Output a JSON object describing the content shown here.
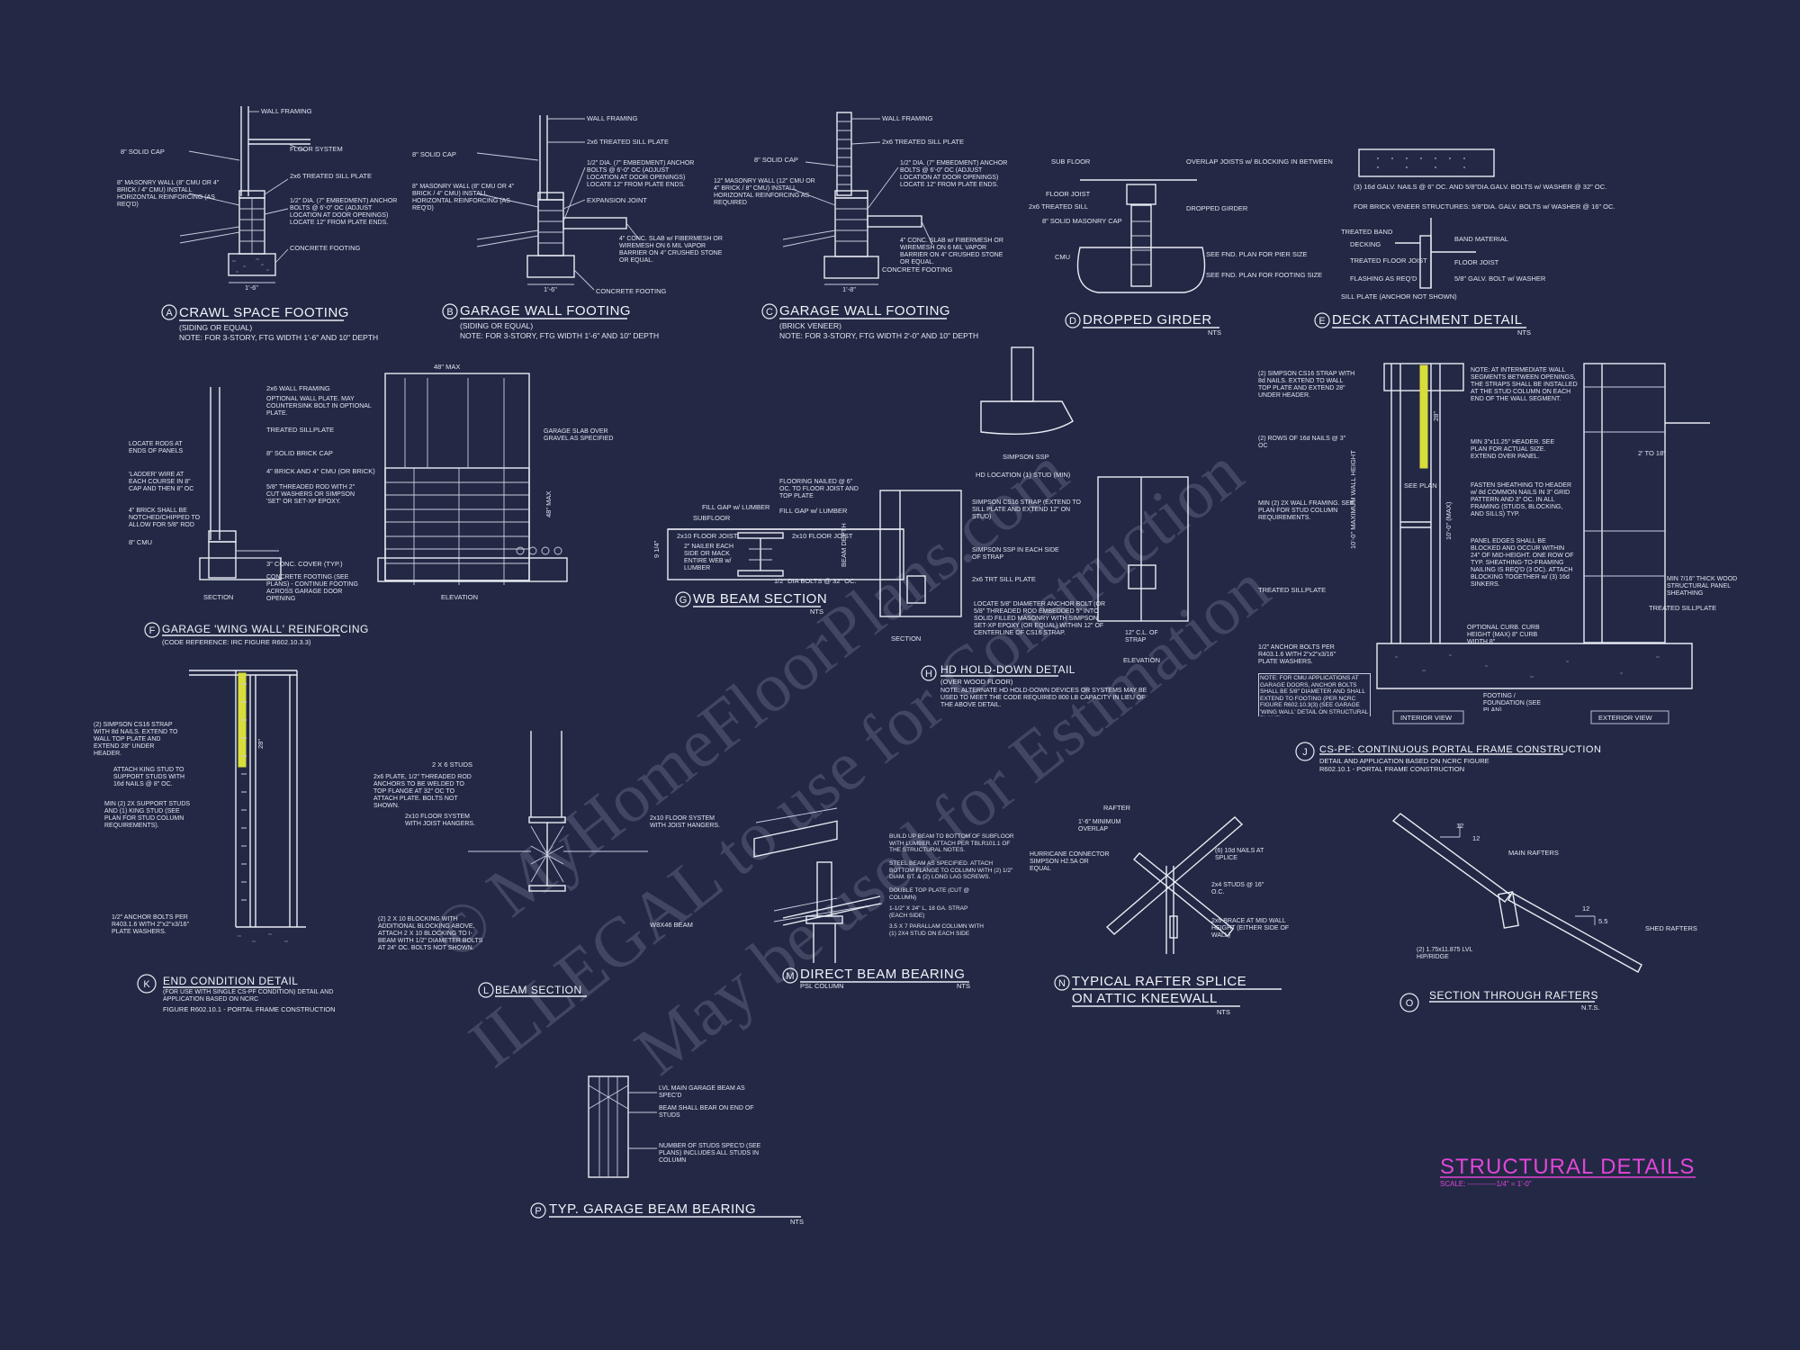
{
  "details": [
    {
      "id": "A",
      "title": "CRAWL SPACE FOOTING",
      "sub1": "(SIDING OR EQUAL)",
      "sub2": "NOTE: FOR 3-STORY, FTG WIDTH 1'-6\" AND 10\" DEPTH",
      "labels": [
        "WALL FRAMING",
        "8\" SOLID CAP",
        "FLOOR SYSTEM",
        "2x6 TREATED SILL PLATE",
        "8\" MASONRY WALL (8\" CMU OR 4\" BRICK / 4\" CMU) INSTALL HORIZONTAL REINFORCING (AS REQ'D)",
        "1/2\" DIA. (7\" EMBEDMENT) ANCHOR BOLTS @ 6'-0\" OC (ADJUST LOCATION AT DOOR OPENINGS) LOCATE 12\" FROM PLATE ENDS.",
        "CONCRETE FOOTING",
        "1'-6\""
      ]
    },
    {
      "id": "B",
      "title": "GARAGE WALL FOOTING",
      "sub1": "(SIDING OR EQUAL)",
      "sub2": "NOTE: FOR 3-STORY, FTG WIDTH 1'-6\" AND 10\" DEPTH",
      "labels": [
        "WALL FRAMING",
        "2x6 TREATED SILL PLATE",
        "8\" SOLID CAP",
        "8\" MASONRY WALL (8\" CMU OR 4\" BRICK / 4\" CMU) INSTALL HORIZONTAL REINFORCING (AS REQ'D)",
        "1/2\" DIA. (7\" EMBEDMENT) ANCHOR BOLTS @ 6'-0\" OC (ADJUST LOCATION AT DOOR OPENINGS) LOCATE 12\" FROM PLATE ENDS.",
        "EXPANSION JOINT",
        "4\" CONC. SLAB w/ FIBERMESH OR WIREMESH ON 6 MIL VAPOR BARRIER ON 4\" CRUSHED STONE OR EQUAL.",
        "CONCRETE FOOTING",
        "1'-6\""
      ]
    },
    {
      "id": "C",
      "title": "GARAGE WALL FOOTING",
      "sub1": "(BRICK VENEER)",
      "sub2": "NOTE: FOR 3-STORY, FTG WIDTH 2'-0\" AND 10\" DEPTH",
      "labels": [
        "WALL FRAMING",
        "2x6 TREATED SILL PLATE",
        "8\" SOLID CAP",
        "12\" MASONRY WALL (12\" CMU OR 4\" BRICK / 8\" CMU) INSTALL HORIZONTAL REINFORCING AS REQUIRED",
        "1/2\" DIA. (7\" EMBEDMENT) ANCHOR BOLTS @ 6'-0\" OC (ADJUST LOCATION AT DOOR OPENINGS) LOCATE 12\" FROM PLATE ENDS.",
        "4\" CONC. SLAB w/ FIBERMESH OR WIREMESH ON 6 MIL VAPOR BARRIER ON 4\" CRUSHED STONE OR EQUAL.",
        "CONCRETE FOOTING",
        "1'-8\""
      ]
    },
    {
      "id": "D",
      "title": "DROPPED GIRDER",
      "sub1": "NTS",
      "sub2": "",
      "labels": [
        "SUB FLOOR",
        "OVERLAP JOISTS w/ BLOCKING IN BETWEEN",
        "FLOOR JOIST",
        "2x6 TREATED SILL",
        "8\" SOLID MASONRY CAP",
        "DROPPED GIRDER",
        "CMU",
        "SEE FND. PLAN FOR PIER SIZE",
        "SEE FND. PLAN FOR FOOTING SIZE"
      ]
    },
    {
      "id": "E",
      "title": "DECK ATTACHMENT DETAIL",
      "sub1": "NTS",
      "sub2": "",
      "labels": [
        "(3) 16d GALV. NAILS @ 6\" OC. AND 5/8\"DIA.GALV. BOLTS w/ WASHER @ 32\" OC.",
        "FOR BRICK VENEER STRUCTURES: 5/8\"DIA. GALV. BOLTS w/ WASHER @ 16\" OC.",
        "TREATED BAND",
        "DECKING",
        "BAND MATERIAL",
        "TREATED FLOOR JOIST",
        "FLOOR JOIST",
        "FLASHING AS REQ'D",
        "5/8\" GALV. BOLT w/ WASHER",
        "SILL PLATE (ANCHOR NOT SHOWN)"
      ]
    },
    {
      "id": "F",
      "title": "GARAGE 'WING WALL' REINFORCING",
      "sub1": "(CODE REFERENCE: IRC FIGURE R602.10.3.3)",
      "sub2": "",
      "labels": [
        "2x6 WALL FRAMING",
        "OPTIONAL WALL PLATE. MAY COUNTERSINK BOLT IN OPTIONAL PLATE.",
        "TREATED SILLPLATE",
        "LOCATE RODS AT ENDS OF PANELS",
        "8\" SOLID BRICK CAP",
        "'LADDER' WIRE AT EACH COURSE IN 8\" CAP AND THEN 8\" OC",
        "4\" BRICK AND 4\" CMU (OR BRICK)",
        "5/8\" THREADED ROD WITH 2\" CUT WASHERS OR SIMPSON 'SET' OR SET-XP EPOXY.",
        "4\" BRICK SHALL BE NOTCHED/CHIPPED TO ALLOW FOR 5/8\" ROD",
        "8\" CMU",
        "3\" CONC. COVER (TYP.)",
        "CONCRETE FOOTING (SEE PLANS) - CONTINUE FOOTING ACROSS GARAGE DOOR OPENING",
        "48\" MAX",
        "GARAGE SLAB OVER GRAVEL AS SPECIFIED",
        "48\" MAX",
        "SECTION",
        "ELEVATION"
      ]
    },
    {
      "id": "G",
      "title": "WB BEAM SECTION",
      "sub1": "NTS",
      "sub2": "",
      "labels": [
        "FILL GAP w/ LUMBER",
        "FLOORING NAILED @ 6\" OC. TO FLOOR JOIST AND TOP PLATE",
        "SUBFLOOR",
        "FILL GAP w/ LUMBER",
        "2x10 FLOOR JOIST",
        "2x10 FLOOR JOIST",
        "2\" NAILER EACH SIDE OR MACK ENTIRE WEB w/ LUMBER",
        "1/2\" DIA BOLTS @ 32\" OC.",
        "9 1/4\"",
        "BEAM DEPTH"
      ]
    },
    {
      "id": "H",
      "title": "HD HOLD-DOWN DETAIL",
      "sub1": "(OVER WOOD FLOOR)",
      "sub2": "NOTE: ALTERNATE HD HOLD-DOWN DEVICES OR SYSTEMS MAY BE USED TO MEET THE CODE REQUIRED 800 LB CAPACITY IN LIEU OF THE ABOVE DETAIL.",
      "labels": [
        "SIMPSON SSP",
        "HD LOCATION (1) STUD (MIN)",
        "SIMPSON CS16 STRAP (EXTEND TO SILL PLATE AND EXTEND 12\" ON STUD)",
        "SIMPSON SSP IN EACH SIDE OF STRAP",
        "2x6 TRT SILL PLATE",
        "LOCATE 5/8\" DIAMETER ANCHOR BOLT (OR 5/8\" THREADED ROD EMBEDDED 5\" INTO SOLID FILLED MASONRY WITH SIMPSON SET-XP EPOXY (OR EQUAL) WITHIN 12\" OF CENTERLINE OF CS16 STRAP.",
        "SECTION",
        "12\" C.L. OF STRAP",
        "ELEVATION"
      ]
    },
    {
      "id": "J",
      "title": "CS-PF: CONTINUOUS PORTAL FRAME CONSTRUCTION",
      "sub1": "DETAIL AND APPLICATION BASED ON NCRC FIGURE",
      "sub2": "R602.10.1 - PORTAL FRAME CONSTRUCTION",
      "labels": [
        "(2) SIMPSON CS16 STRAP WITH 8d NAILS. EXTEND TO WALL TOP PLATE AND EXTEND 28\" UNDER HEADER.",
        "NOTE: AT INTERMEDIATE WALL SEGMENTS BETWEEN OPENINGS, THE STRAPS SHALL BE INSTALLED AT THE STUD COLUMN ON EACH END OF THE WALL SEGMENT.",
        "(2) ROWS OF 16d NAILS @ 3\" OC",
        "MIN 3\"x11.25\" HEADER. SEE PLAN FOR ACTUAL SIZE. EXTEND OVER PANEL.",
        "MIN (2) 2X WALL FRAMING. SEE PLAN FOR STUD COLUMN REQUIREMENTS.",
        "FASTEN SHEATHING TO HEADER w/ 8d COMMON NAILS IN 3\" GRID PATTERN AND 3\" OC. IN ALL FRAMING (STUDS, BLOCKING, AND SILLS) TYP.",
        "PANEL EDGES SHALL BE BLOCKED AND OCCUR WITHIN 24\" OF MID-HEIGHT. ONE ROW OF TYP. SHEATHING-TO-FRAMING NAILING IS REQ'D (3 OC). ATTACH BLOCKING TOGETHER w/ (3) 16d SINKERS.",
        "TREATED SILLPLATE",
        "OPTIONAL CURB. CURB HEIGHT (MAX) 8\" CURB WIDTH 8\"",
        "1/2\" ANCHOR BOLTS PER R403.1.6 WITH 2\"x2\"x3/16\" PLATE WASHERS.",
        "NOTE: FOR CMU APPLICATIONS AT GARAGE DOORS, ANCHOR BOLTS SHALL BE 5/8\" DIAMETER AND SHALL EXTEND TO FOOTING (PER NCRC FIGURE R602.10.3(3) (SEE GARAGE 'WING WALL' DETAIL ON STRUCTURAL PLANS)",
        "FOOTING / FOUNDATION (SEE PLAN)",
        "MIN 7/16\" THICK WOOD STRUCTURAL PANEL SHEATHING",
        "TREATED SILLPLATE",
        "INTERIOR VIEW",
        "EXTERIOR VIEW",
        "2' TO 18'",
        "SEE PLAN",
        "28\"",
        "10'-0\" MAXIMUM WALL HEIGHT",
        "10'-0\" (MAX)"
      ]
    },
    {
      "id": "K",
      "title": "END CONDITION DETAIL",
      "sub1": "(FOR USE WITH SINGLE CS-PF CONDITION) DETAIL AND APPLICATION BASED ON NCRC",
      "sub2": "FIGURE R602.10.1 - PORTAL FRAME CONSTRUCTION",
      "labels": [
        "(2) SIMPSON CS16 STRAP WITH 8d NAILS. EXTEND TO WALL TOP PLATE AND EXTEND 28\" UNDER HEADER.",
        "ATTACH KING STUD TO SUPPORT STUDS WITH 16d NAILS @ 8\" OC.",
        "MIN (2) 2X SUPPORT STUDS AND (1) KING STUD (SEE PLAN FOR STUD COLUMN REQUIREMENTS).",
        "1/2\" ANCHOR BOLTS PER R403.1.6 WITH 2\"x2\"x3/16\" PLATE WASHERS.",
        "28\""
      ]
    },
    {
      "id": "L",
      "title": "BEAM SECTION",
      "sub1": "",
      "sub2": "",
      "labels": [
        "2 X 6 STUDS",
        "2x6 PLATE, 1/2\" THREADED ROD ANCHORS TO BE WELDED TO TOP FLANGE AT 32\" OC TO ATTACH PLATE. BOLTS NOT SHOWN.",
        "2x10 FLOOR SYSTEM WITH JOIST HANGERS.",
        "2x10 FLOOR SYSTEM WITH JOIST HANGERS.",
        "(2) 2 X 10 BLOCKING WITH ADDITIONAL BLOCKING ABOVE. ATTACH 2 X 10 BLOCKING TO I-BEAM WITH 1/2\" DIAMETER BOLTS AT 24\" OC. BOLTS NOT SHOWN.",
        "W8X46 BEAM"
      ]
    },
    {
      "id": "M",
      "title": "DIRECT BEAM BEARING",
      "sub1": "PSL COLUMN",
      "sub2": "NTS",
      "labels": [
        "BUILD UP BEAM TO BOTTOM OF SUBFLOOR WITH LUMBER. ATTACH PER TBLR101.1 OF THE STRUCTURAL NOTES.",
        "STEEL BEAM AS SPECIFIED. ATTACH BOTTOM FLANGE TO COLUMN WITH (2) 1/2\" DIAM. BT. & (2) LONG LAG SCREWS.",
        "DOUBLE TOP PLATE (CUT @ COLUMN)",
        "1-1/2\" X 24\" L, 18 GA. STRAP (EACH SIDE)",
        "3.5 X 7 PARALLAM COLUMN WITH (1) 2X4 STUD ON EACH SIDE"
      ]
    },
    {
      "id": "N",
      "title": "TYPICAL RAFTER SPLICE",
      "title2": "ON ATTIC KNEEWALL",
      "sub1": "NTS",
      "sub2": "",
      "labels": [
        "RAFTER",
        "1'-6\" MINIMUM OVERLAP",
        "HURRICANE CONNECTOR SIMPSON H2.5A OR EQUAL",
        "(6) 10d NAILS AT SPLICE",
        "2x4 STUDS @ 16\" O.C.",
        "2x6 BRACE AT MID WALL HEIGHT (EITHER SIDE OF WALL)"
      ]
    },
    {
      "id": "O",
      "title": "SECTION THROUGH RAFTERS",
      "sub1": "N.T.S.",
      "sub2": "",
      "labels": [
        "12",
        "12",
        "MAIN RAFTERS",
        "12",
        "5.5",
        "SHED RAFTERS",
        "(2) 1.75x11.875 LVL HIP/RIDGE"
      ]
    },
    {
      "id": "P",
      "title": "TYP. GARAGE BEAM BEARING",
      "sub1": "NTS",
      "sub2": "",
      "labels": [
        "LVL MAIN GARAGE BEAM AS SPEC'D",
        "BEAM SHALL BEAR ON END OF STUDS",
        "NUMBER OF STUDS SPEC'D (SEE PLANS) INCLUDES ALL STUDS IN COLUMN"
      ]
    }
  ],
  "sheet_title": "STRUCTURAL DETAILS",
  "sheet_scale": "SCALE: ------------1/4\" = 1'-0\"",
  "watermark_lines": [
    "© MyHomeFloorPlans.com",
    "ILLEGAL to use for Construction",
    "May be used for Estimation"
  ],
  "colors": {
    "background": "#232944",
    "line": "#e9ecf5",
    "accent_yellow": "#d9dd3b",
    "title_magenta": "#e146d8"
  }
}
